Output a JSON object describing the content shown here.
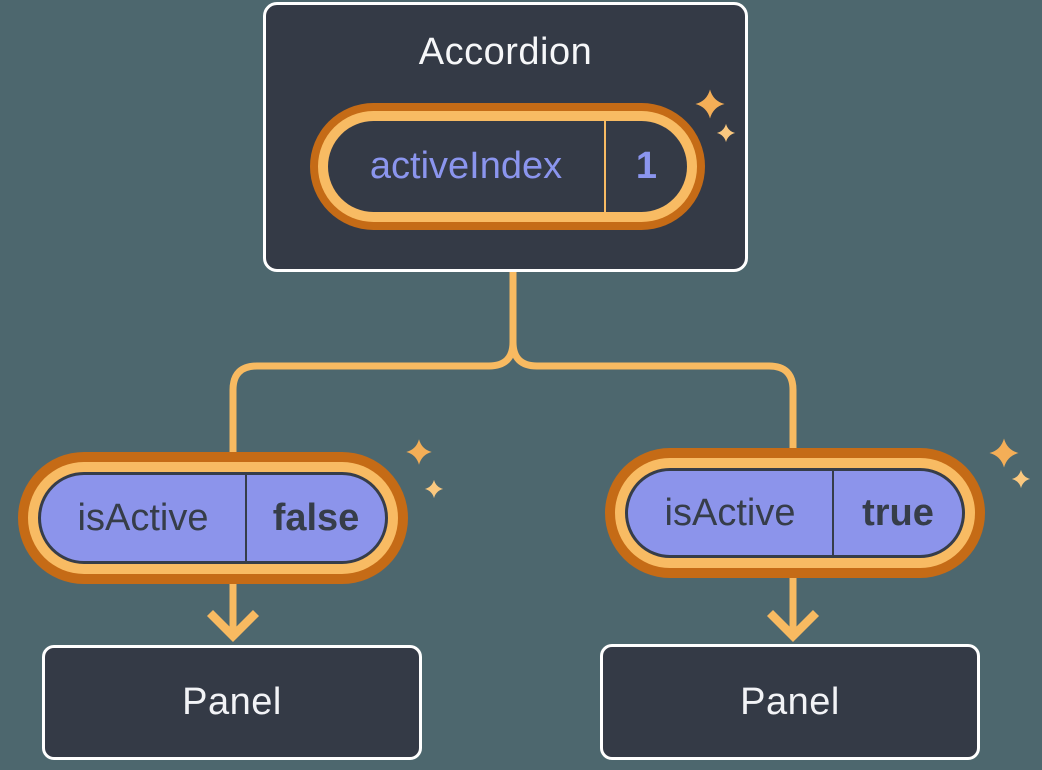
{
  "diagram": {
    "root": {
      "title": "Accordion",
      "state": {
        "name": "activeIndex",
        "value": "1"
      }
    },
    "children": [
      {
        "prop": {
          "name": "isActive",
          "value": "false"
        },
        "panel": {
          "label": "Panel"
        }
      },
      {
        "prop": {
          "name": "isActive",
          "value": "true"
        },
        "panel": {
          "label": "Panel"
        }
      }
    ],
    "icons": {
      "sparkle": "sparkle-icon",
      "arrow": "arrow-down-icon"
    },
    "colors": {
      "background": "#4D676E",
      "node_fill": "#343A46",
      "node_border": "#FFFFFF",
      "ring_outer": "#C56B16",
      "ring_inner": "#F8BB63",
      "connector": "#F8BA61",
      "pill_fill": "#8C94EB",
      "state_text": "#8B95EE",
      "prop_text": "#363D49",
      "sparkle_large": "#F4AE57",
      "sparkle_small": "#FAC87F"
    }
  }
}
